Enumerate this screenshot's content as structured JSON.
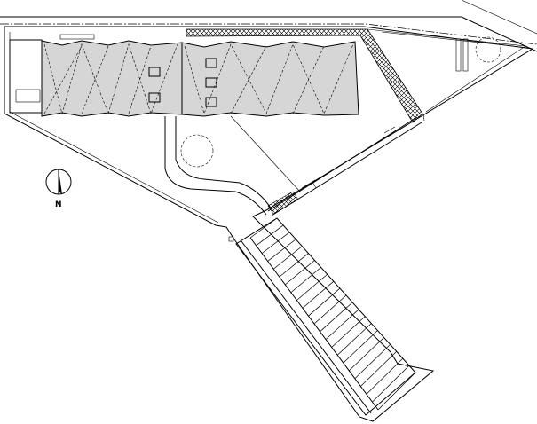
{
  "drawing": {
    "type": "site-plan",
    "north_arrow": {
      "label": "N"
    },
    "building": {
      "roof_fill": "#d6d6d6",
      "line_color": "#000000"
    },
    "hatch": "cross-hatch",
    "ramp": {
      "treads": 22
    }
  }
}
